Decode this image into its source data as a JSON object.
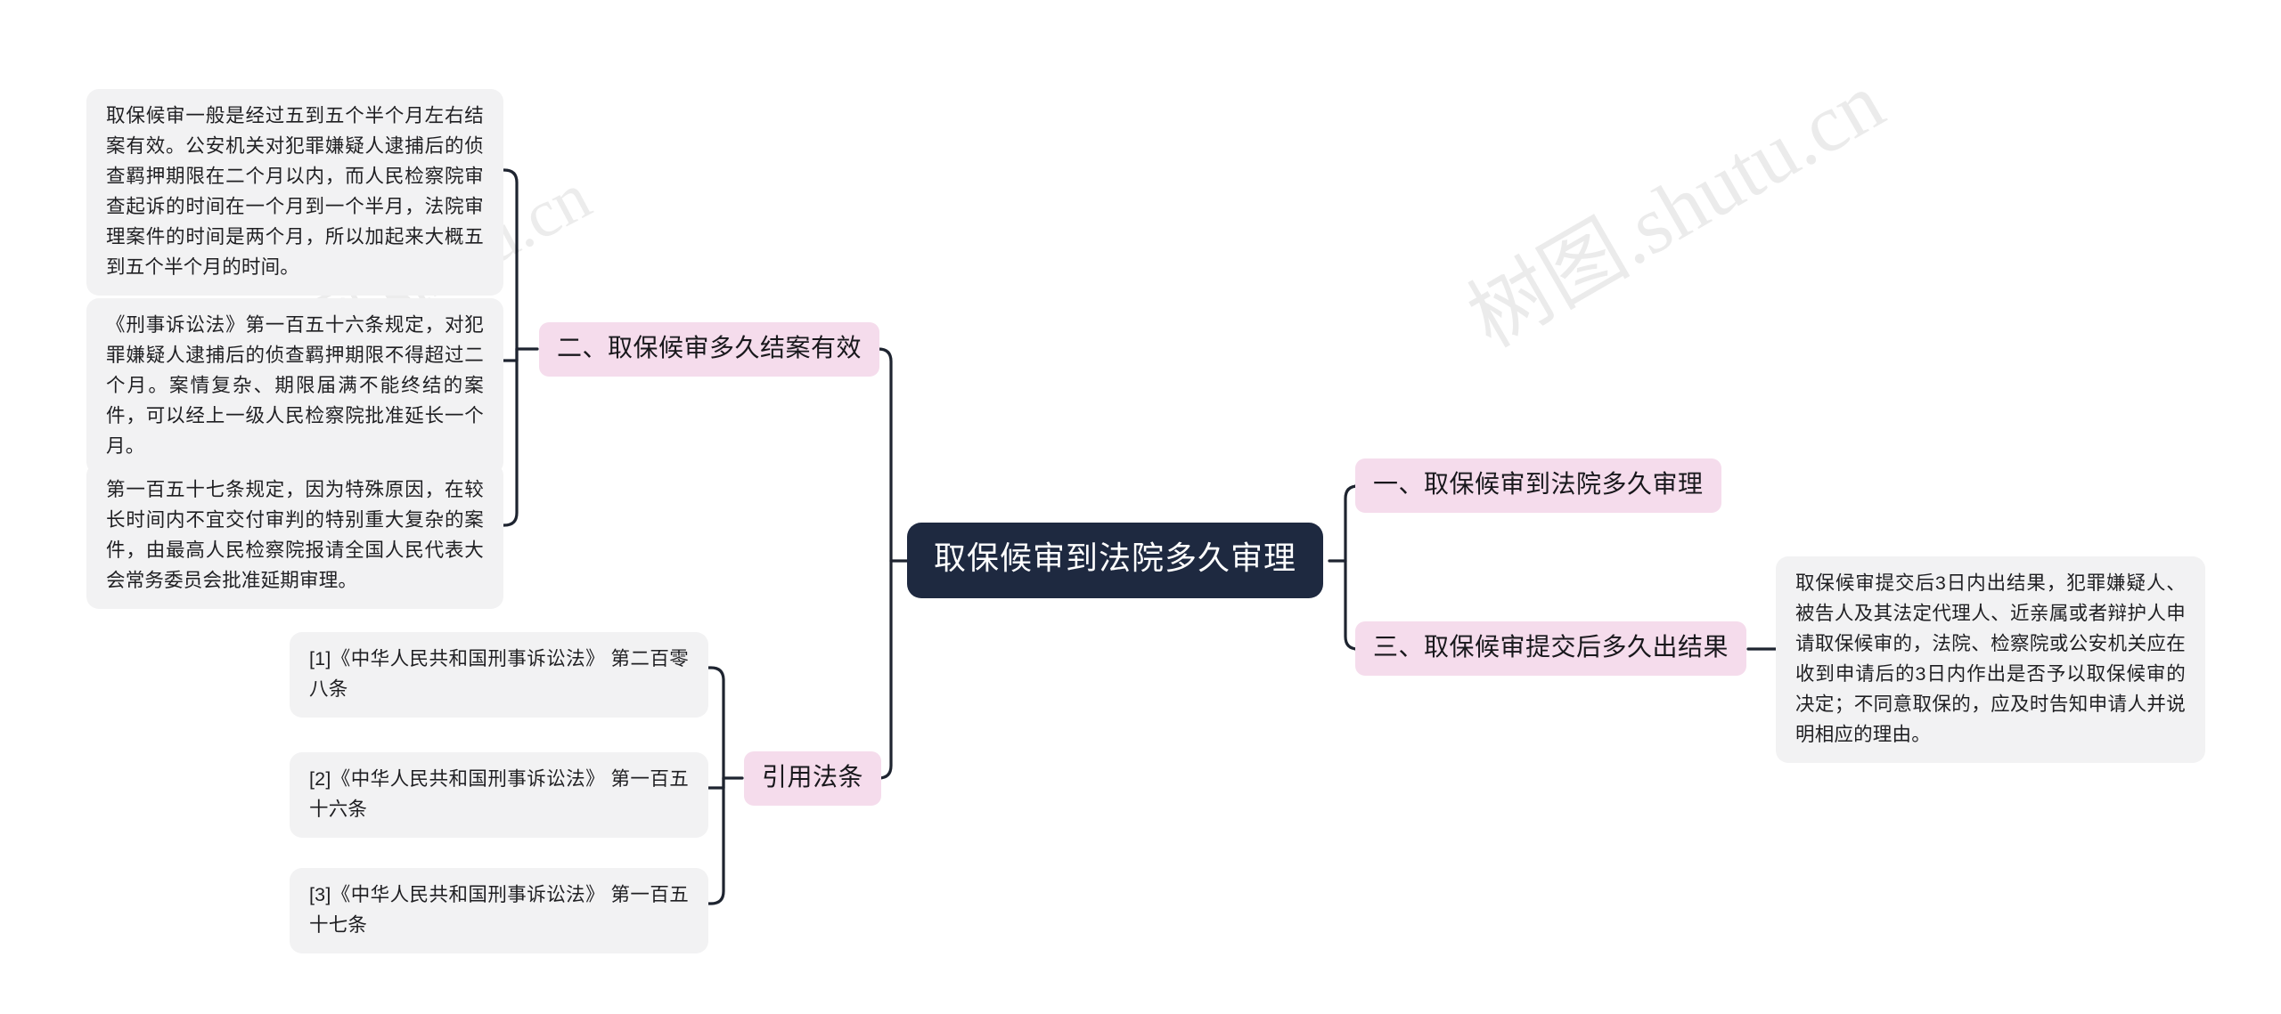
{
  "root": {
    "label": "取保候审到法院多久审理"
  },
  "branches": {
    "left": [
      {
        "label": "二、取保候审多久结案有效",
        "children": [
          "取保候审一般是经过五到五个半个月左右结案有效。公安机关对犯罪嫌疑人逮捕后的侦查羁押期限在二个月以内，而人民检察院审查起诉的时间在一个月到一个半月，法院审理案件的时间是两个月，所以加起来大概五到五个半个月的时间。",
          "《刑事诉讼法》第一百五十六条规定，对犯罪嫌疑人逮捕后的侦查羁押期限不得超过二个月。案情复杂、期限届满不能终结的案件，可以经上一级人民检察院批准延长一个月。",
          "第一百五十七条规定，因为特殊原因，在较长时间内不宜交付审判的特别重大复杂的案件，由最高人民检察院报请全国人民代表大会常务委员会批准延期审理。"
        ]
      },
      {
        "label": "引用法条",
        "children": [
          "[1]《中华人民共和国刑事诉讼法》 第二百零八条",
          "[2]《中华人民共和国刑事诉讼法》 第一百五十六条",
          "[3]《中华人民共和国刑事诉讼法》 第一百五十七条"
        ]
      }
    ],
    "right": [
      {
        "label": "一、取保候审到法院多久审理",
        "children": []
      },
      {
        "label": "三、取保候审提交后多久出结果",
        "children": [
          "取保候审提交后3日内出结果，犯罪嫌疑人、被告人及其法定代理人、近亲属或者辩护人申请取保候审的，法院、检察院或公安机关应在收到申请后的3日内作出是否予以取保候审的决定；不同意取保的，应及时告知申请人并说明相应的理由。"
        ]
      }
    ]
  },
  "watermarks": [
    "树图.shutu.cn",
    "树图.shutu.cn"
  ],
  "colors": {
    "root_bg": "#1e2940",
    "branch_bg": "#f5dcec",
    "leaf_bg": "#f2f2f3",
    "line": "#1e2430",
    "page_bg": "#ffffff"
  }
}
